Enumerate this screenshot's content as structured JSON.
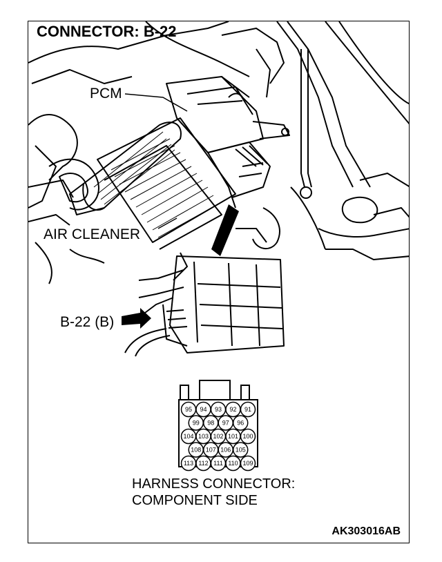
{
  "title": "CONNECTOR: B-22",
  "labels": {
    "pcm": "PCM",
    "air_cleaner": "AIR CLEANER",
    "connector_ref": "B-22 (B)"
  },
  "harness": {
    "line1": "HARNESS CONNECTOR:",
    "line2": "COMPONENT SIDE",
    "pin_rows": [
      [
        "95",
        "94",
        "93",
        "92",
        "91"
      ],
      [
        "99",
        "98",
        "97",
        "96"
      ],
      [
        "104",
        "103",
        "102",
        "101",
        "100"
      ],
      [
        "108",
        "107",
        "106",
        "105"
      ],
      [
        "113",
        "112",
        "111",
        "110",
        "109"
      ]
    ]
  },
  "figure_code": "AK303016AB"
}
